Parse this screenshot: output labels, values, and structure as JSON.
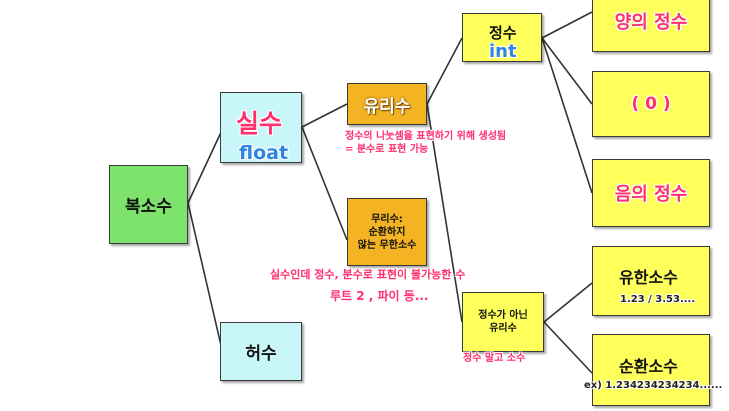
{
  "nodes": {
    "complex": "복소수",
    "real": "실수",
    "real_type": "float",
    "imaginary": "허수",
    "rational": "유리수",
    "irrational": "무리수:\n순환하지\n않는 무한소수",
    "integer": "정수",
    "integer_type": "int",
    "non_integer_rational": "정수가 아닌\n유리수",
    "positive": "양의 정수",
    "zero": "( 0 )",
    "negative": "음의 정수",
    "finite_decimal": "유한소수",
    "repeating_decimal": "순환소수"
  },
  "annotations": {
    "rational_note_1": "정수의 나눗셈을 표현하기 위해 생성됨",
    "rational_note_2": "= 분수로 표현 가능",
    "irrational_note_1": "실수인데 정수, 분수로 표현이 불가능한 수",
    "irrational_note_2": "루트 2 , 파이 등...",
    "non_integer_note": "정수 말고 소수",
    "finite_example": "1.23 / 3.53....",
    "repeating_example": "ex) 1.234234234234......"
  },
  "colors": {
    "green": "#7ee36d",
    "cyan": "#c9f6f9",
    "gold": "#f3b323",
    "yellow": "#ffff5b",
    "pink": "#ff2f6e",
    "blue": "#2f86e2"
  }
}
